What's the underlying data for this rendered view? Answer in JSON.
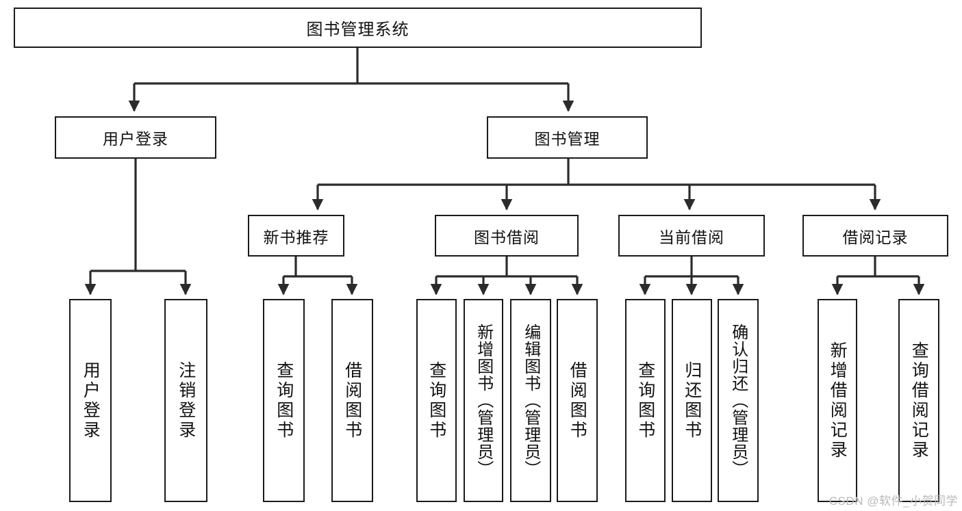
{
  "diagram": {
    "type": "tree",
    "title": "图书管理系统",
    "colors": {
      "stroke": "#1a1a1a",
      "fill": "#ffffff",
      "text": "#111111",
      "watermark": "#b9b9b9"
    },
    "root": {
      "label": "图书管理系统"
    },
    "level2": [
      {
        "label": "用户登录"
      },
      {
        "label": "图书管理"
      }
    ],
    "level3": [
      {
        "label": "新书推荐"
      },
      {
        "label": "图书借阅"
      },
      {
        "label": "当前借阅"
      },
      {
        "label": "借阅记录"
      }
    ],
    "leaves": {
      "user_login": [
        {
          "label": "用户登录"
        },
        {
          "label": "注销登录"
        }
      ],
      "new_book": [
        {
          "label": "查询图书"
        },
        {
          "label": "借阅图书"
        }
      ],
      "borrow": [
        {
          "label": "查询图书"
        },
        {
          "label": "新增图书（管理员）"
        },
        {
          "label": "编辑图书（管理员）"
        },
        {
          "label": "借阅图书"
        }
      ],
      "current": [
        {
          "label": "查询图书"
        },
        {
          "label": "归还图书"
        },
        {
          "label": "确认归还（管理员）"
        }
      ],
      "records": [
        {
          "label": "新增借阅记录"
        },
        {
          "label": "查询借阅记录"
        }
      ]
    }
  },
  "watermark": {
    "text": "CSDN @软件_小贺同学"
  }
}
